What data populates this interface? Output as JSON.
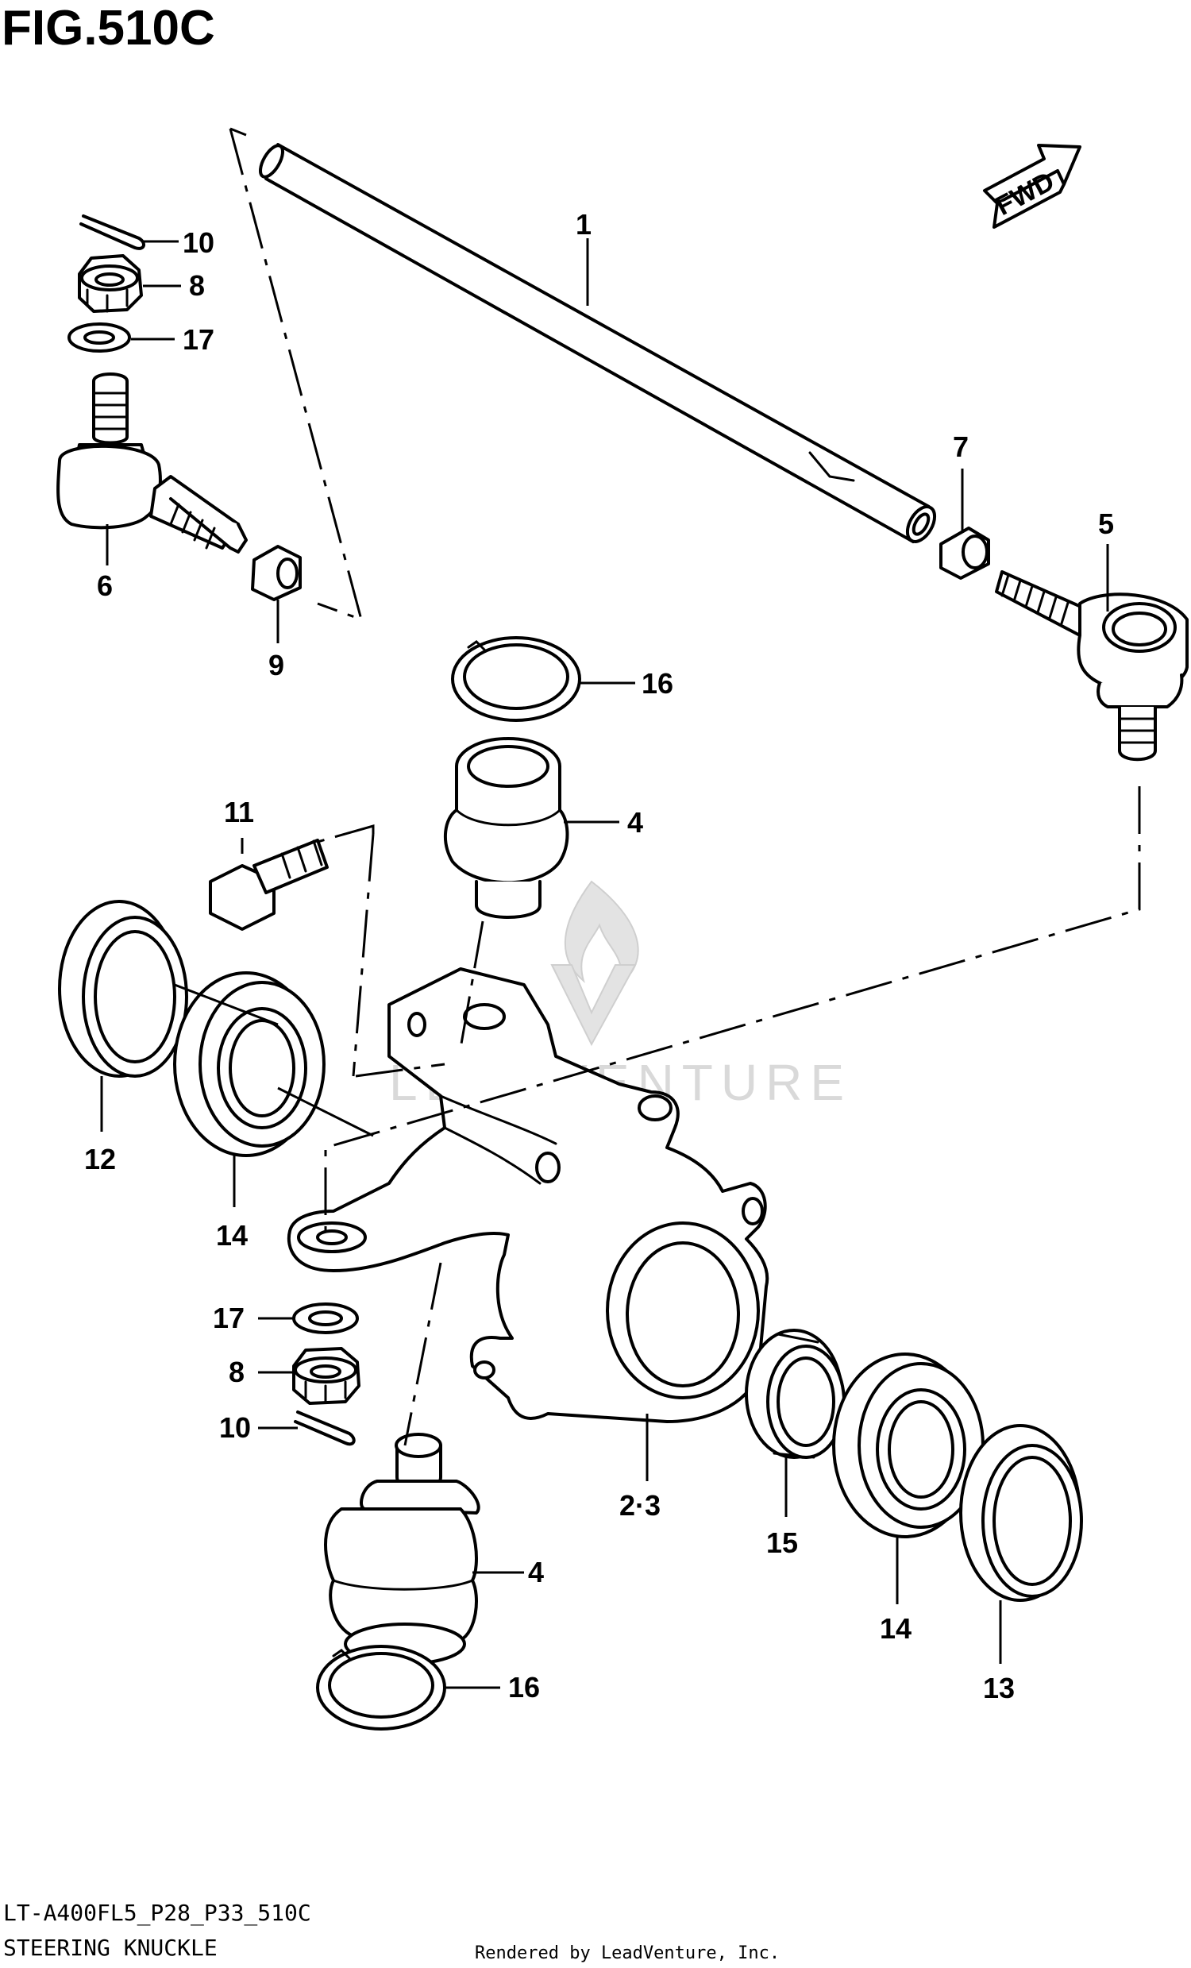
{
  "figure": {
    "title": "FIG.510C",
    "code": "LT-A400FL5_P28_P33_510C",
    "name": "STEERING KNUCKLE",
    "rendered_by": "Rendered by LeadVenture, Inc."
  },
  "direction_indicator": {
    "label": "FWD"
  },
  "watermark": {
    "text": "LEADVENTURE"
  },
  "callouts": {
    "tie_rod": "1",
    "knuckle": "2·3",
    "ball_joint_upper": "4",
    "ball_joint_lower": "4",
    "tie_rod_end_right": "5",
    "tie_rod_end_left": "6",
    "lock_nut_right": "7",
    "castle_nut_top": "8",
    "castle_nut_lower": "8",
    "lock_nut_left": "9",
    "cotter_pin_top": "10",
    "cotter_pin_lower": "10",
    "bolt": "11",
    "oil_seal_left": "12",
    "oil_seal_right": "13",
    "bearing_left": "14",
    "bearing_right": "14",
    "spacer": "15",
    "circlip_upper": "16",
    "circlip_lower": "16",
    "washer_top": "17",
    "washer_lower": "17"
  }
}
